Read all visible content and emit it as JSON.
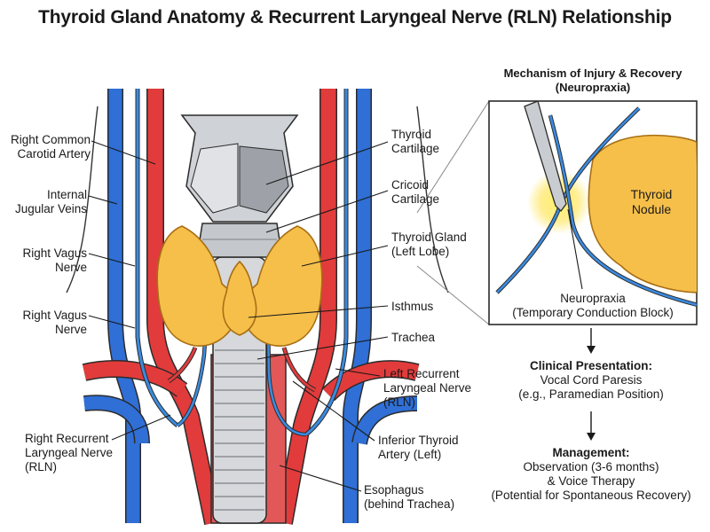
{
  "title": "Thyroid Gland Anatomy & Recurrent Laryngeal Nerve (RLN) Relationship",
  "left_labels": {
    "right_common_carotid": [
      "Right Common",
      "Carotid Artery"
    ],
    "internal_jugular": [
      "Internal",
      "Jugular Veins"
    ],
    "right_vagus_1": [
      "Right Vagus",
      "Nerve"
    ],
    "right_vagus_2": [
      "Right Vagus",
      "Nerve"
    ],
    "right_rln": [
      "Right Recurrent",
      "Laryngeal Nerve",
      "(RLN)"
    ]
  },
  "right_labels": {
    "thyroid_cartilage": [
      "Thyroid",
      "Cartilage"
    ],
    "cricoid_cartilage": [
      "Cricoid",
      "Cartilage"
    ],
    "thyroid_gland": [
      "Thyroid Gland",
      "(Left Lobe)"
    ],
    "isthmus": [
      "Isthmus"
    ],
    "trachea": [
      "Trachea"
    ],
    "left_rln": [
      "Left Recurrent",
      "Laryngeal Nerve",
      "(RLN)"
    ],
    "inferior_thyroid_artery": [
      "Inferior Thyroid",
      "Artery (Left)"
    ],
    "esophagus": [
      "Esophagus",
      "(behind Trachea)"
    ]
  },
  "inset": {
    "heading": [
      "Mechanism of Injury & Recovery",
      "(Neuropraxia)"
    ],
    "nodule_label": [
      "Thyroid",
      "Nodule"
    ],
    "neuropraxia_label": [
      "Neuropraxia",
      "(Temporary Conduction Block)"
    ]
  },
  "flow": {
    "clinical_heading": "Clinical Presentation:",
    "clinical_text": [
      "Vocal Cord Paresis",
      "(e.g., Paramedian Position)"
    ],
    "management_heading": "Management:",
    "management_text": [
      "Observation (3-6 months)",
      "& Voice Therapy",
      "(Potential for Spontaneous Recovery)"
    ]
  },
  "colors": {
    "artery": "#e23b3b",
    "vein": "#2f6fd6",
    "thyroid": "#f6bf4a",
    "cartilage": "#cfd2d6",
    "outline": "#2b2b2b"
  }
}
